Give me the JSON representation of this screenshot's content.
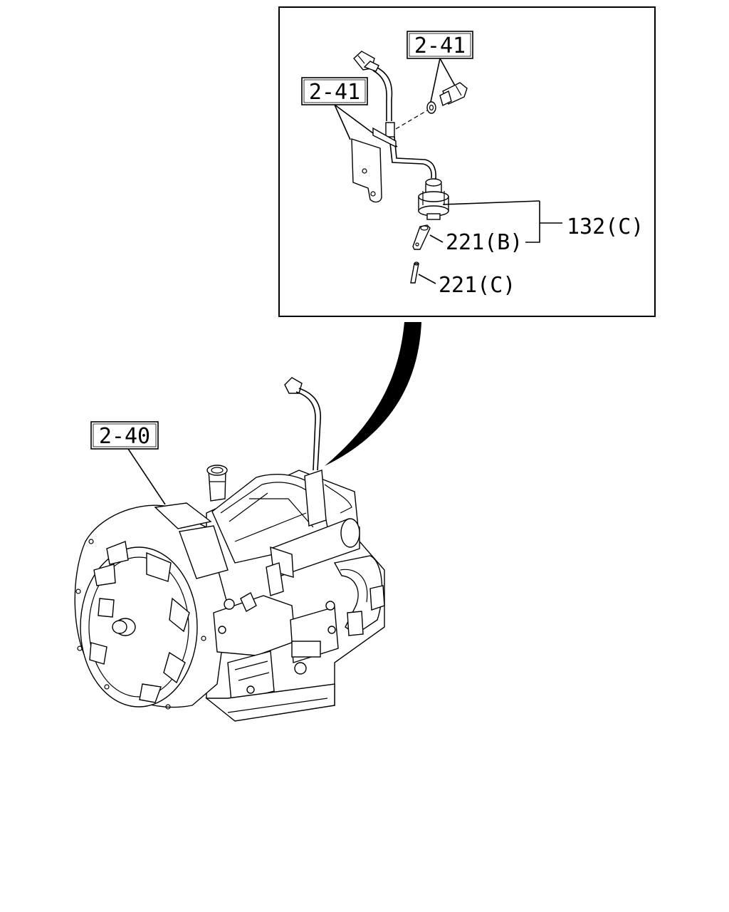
{
  "callouts": {
    "ref_2_41_top": "2-41",
    "ref_2_41_left": "2-41",
    "part_132c": "132(C)",
    "part_221b": "221(B)",
    "part_221c": "221(C)",
    "ref_2_40": "2-40"
  }
}
